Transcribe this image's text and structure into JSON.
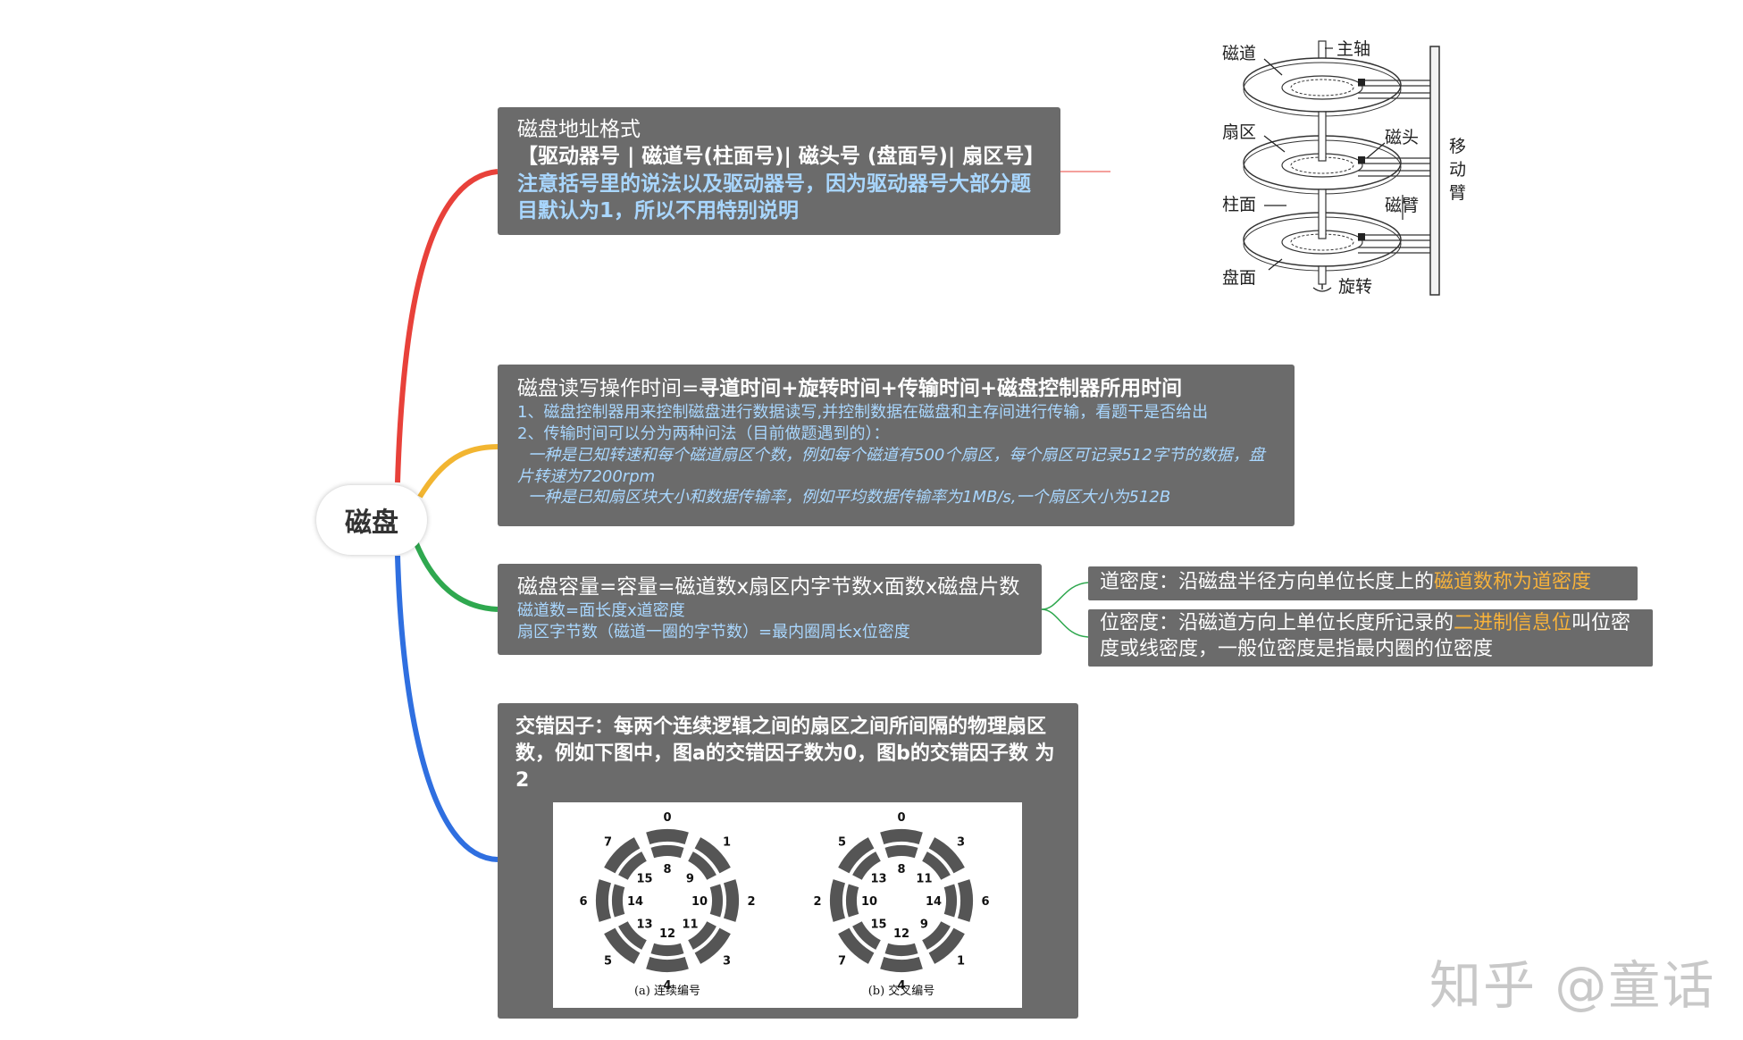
{
  "root": {
    "label": "磁盘"
  },
  "node_address": {
    "title": "磁盘地址格式",
    "format": "【驱动器号 | 磁道号(柱面号)| 磁头号 (盘面号)| 扇区号】",
    "note": "注意括号里的说法以及驱动器号，因为驱动器号大部分题目默认为1，所以不用特别说明"
  },
  "node_time": {
    "title_prefix": "磁盘读写操作时间=",
    "title_bold": "寻道时间+旋转时间+传输时间+磁盘控制器所用时间",
    "line1": "1、磁盘控制器用来控制磁盘进行数据读写,并控制数据在磁盘和主存间进行传输，看题干是否给出",
    "line2": "2、传输时间可以分为两种问法（目前做题遇到的）：",
    "line3": "一种是已知转速和每个磁道扇区个数，例如每个磁道有500个扇区，每个扇区可记录512字节的数据，盘片转速为7200rpm",
    "line4": "一种是已知扇区块大小和数据传输率，例如平均数据传输率为1MB/s,一个扇区大小为512B"
  },
  "node_capacity": {
    "title": "磁盘容量=容量=磁道数x扇区内字节数x面数x磁盘片数",
    "line1": "磁道数=面长度x道密度",
    "line2": "扇区字节数（磁道一圈的字节数）=最内圈周长x位密度"
  },
  "node_track_density": {
    "prefix": "道密度：沿磁盘半径方向单位长度上的",
    "highlight": "磁道数称为道密度"
  },
  "node_bit_density": {
    "prefix": "位密度：沿磁道方向上单位长度所记录的",
    "highlight": "二进制信息位",
    "suffix": "叫位密度或线密度，一般位密度是指最内圈的位密度"
  },
  "node_interleave": {
    "text": "交错因子：每两个连续逻辑之间的扇区之间所间隔的物理扇区数，例如下图中，图a的交错因子数为0，图b的交错因子数 为2"
  },
  "disk_diagram": {
    "labels": {
      "track": "磁道",
      "spindle": "主轴",
      "sector": "扇区",
      "head": "磁头",
      "move_arm": "移动臂",
      "cylinder": "柱面",
      "arm": "磁臂",
      "surface": "盘面",
      "rotate": "旋转"
    }
  },
  "interleave_figure": {
    "a": {
      "caption": "(a) 连续编号",
      "outer": [
        "0",
        "1",
        "2",
        "3",
        "4",
        "5",
        "6",
        "7"
      ],
      "inner": [
        "8",
        "9",
        "10",
        "11",
        "12",
        "13",
        "14",
        "15"
      ]
    },
    "b": {
      "caption": "(b) 交叉编号",
      "outer": [
        "0",
        "3",
        "6",
        "1",
        "4",
        "7",
        "2",
        "5"
      ],
      "inner": [
        "8",
        "11",
        "14",
        "9",
        "12",
        "15",
        "10",
        "13"
      ]
    }
  },
  "watermark": "知乎 @童话",
  "colors": {
    "branch_red": "#e8413a",
    "branch_yellow": "#f2b531",
    "branch_green": "#2fa84f",
    "branch_blue": "#2f6fe0",
    "node_bg": "#6b6b6b",
    "node_blue_text": "#a9d7ff",
    "highlight_orange": "#f7b23b"
  }
}
